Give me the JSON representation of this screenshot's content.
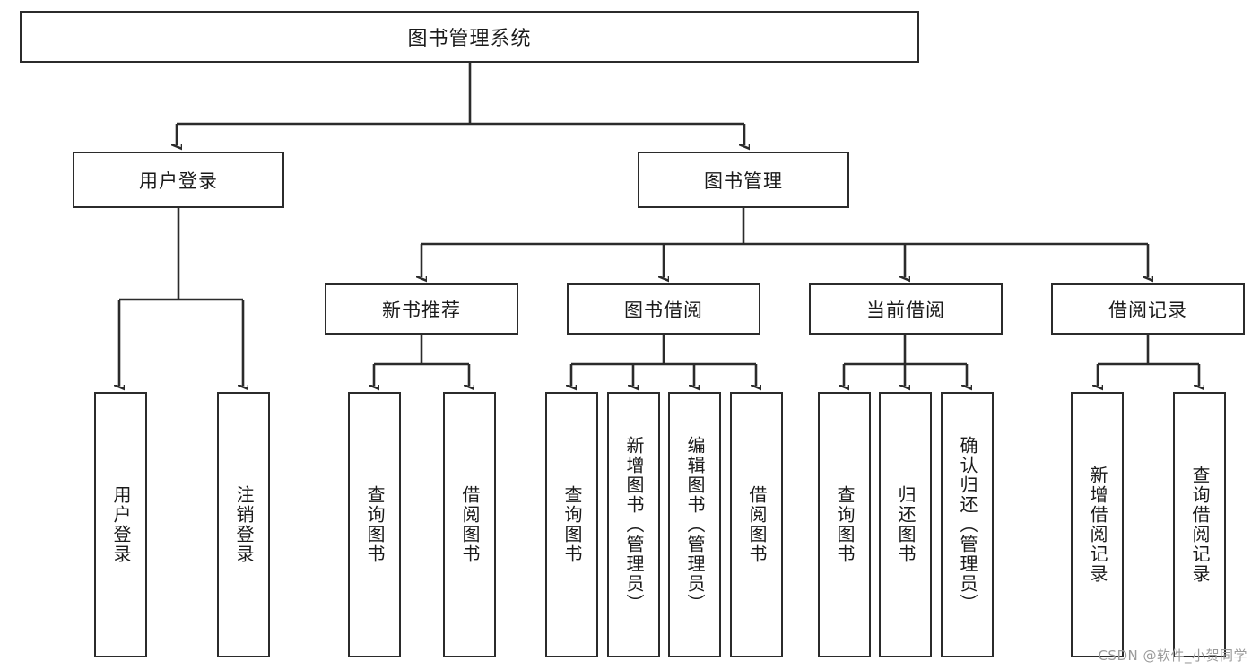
{
  "diagram": {
    "type": "tree-hierarchy-chart",
    "title": "图书管理系统",
    "watermark": "CSDN @软件_小贺同学",
    "colors": {
      "stroke": "#2b2b2b",
      "fill": "#ffffff",
      "text": "#1a1a1a",
      "watermark": "#9a9a9a"
    },
    "root": {
      "label": "图书管理系统"
    },
    "level2": [
      {
        "label": "用户登录"
      },
      {
        "label": "图书管理"
      }
    ],
    "level3": [
      {
        "label": "新书推荐"
      },
      {
        "label": "图书借阅"
      },
      {
        "label": "当前借阅"
      },
      {
        "label": "借阅记录"
      }
    ],
    "leaves": {
      "user_login": [
        {
          "label": "用户登录"
        },
        {
          "label": "注销登录"
        }
      ],
      "new_book_recommend": [
        {
          "label": "查询图书"
        },
        {
          "label": "借阅图书"
        }
      ],
      "book_borrow": [
        {
          "label": "查询图书"
        },
        {
          "label": "新增图书（管理员）"
        },
        {
          "label": "编辑图书（管理员）"
        },
        {
          "label": "借阅图书"
        }
      ],
      "current_borrow": [
        {
          "label": "查询图书"
        },
        {
          "label": "归还图书"
        },
        {
          "label": "确认归还（管理员）"
        }
      ],
      "borrow_record": [
        {
          "label": "新增借阅记录"
        },
        {
          "label": "查询借阅记录"
        }
      ]
    }
  }
}
